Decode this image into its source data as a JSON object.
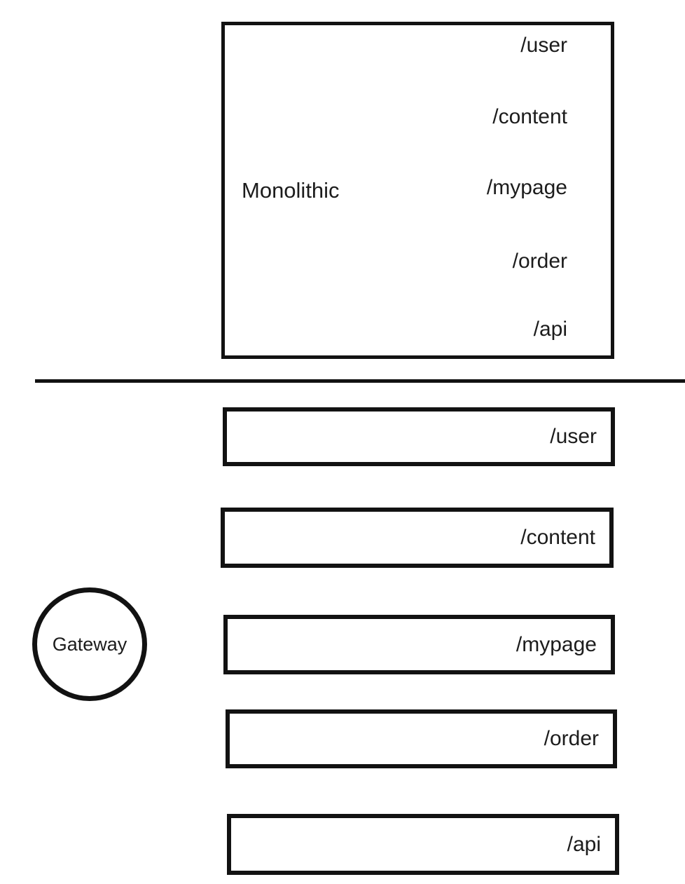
{
  "monolithic_section": {
    "box_label": "Monolithic",
    "routes": [
      "/user",
      "/content",
      "/mypage",
      "/order",
      "/api"
    ]
  },
  "gateway_section": {
    "gateway_label": "Gateway",
    "service_routes": [
      "/user",
      "/content",
      "/mypage",
      "/order",
      "/api"
    ]
  },
  "colors": {
    "stroke": "#121212",
    "text": "#1c1c1c",
    "background": "#ffffff"
  }
}
